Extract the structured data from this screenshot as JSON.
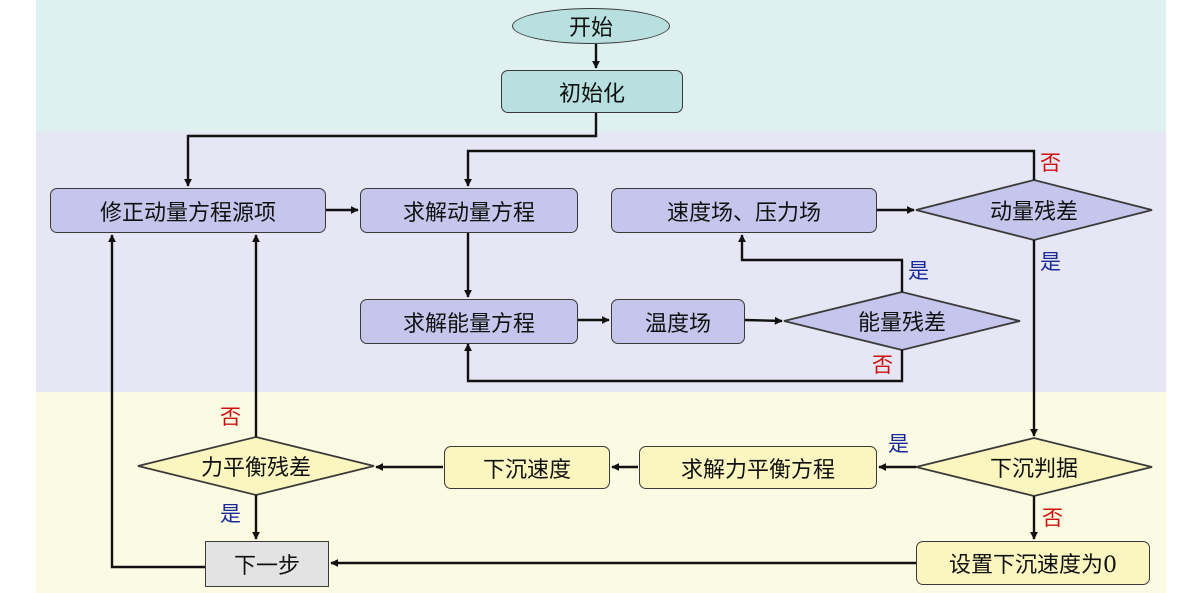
{
  "nodes": {
    "start": "开始",
    "init": "初始化",
    "fix_source": "修正动量方程源项",
    "solve_momentum": "求解动量方程",
    "vel_pressure": "速度场、压力场",
    "momentum_residual": "动量残差",
    "solve_energy": "求解能量方程",
    "temperature": "温度场",
    "energy_residual": "能量残差",
    "sink_criterion": "下沉判据",
    "solve_force_balance": "求解力平衡方程",
    "sink_speed": "下沉速度",
    "force_residual": "力平衡残差",
    "next_step": "下一步",
    "set_speed_zero": "设置下沉速度为0"
  },
  "branch_labels": {
    "momentum_no": "否",
    "momentum_yes": "是",
    "energy_yes": "是",
    "energy_no": "否",
    "sink_yes": "是",
    "sink_no": "否",
    "force_no": "否",
    "force_yes": "是"
  },
  "colors": {
    "band_top": "#dff0f0",
    "band_mid": "#e6e6f4",
    "band_bottom": "#fbfbe3",
    "box_teal": "#b7e0df",
    "box_lavender": "#c6c6ec",
    "box_yellow": "#fbf6bf",
    "box_gray": "#e3e3e3",
    "yes_label": "#1a2a9a",
    "no_label": "#cc1111"
  }
}
